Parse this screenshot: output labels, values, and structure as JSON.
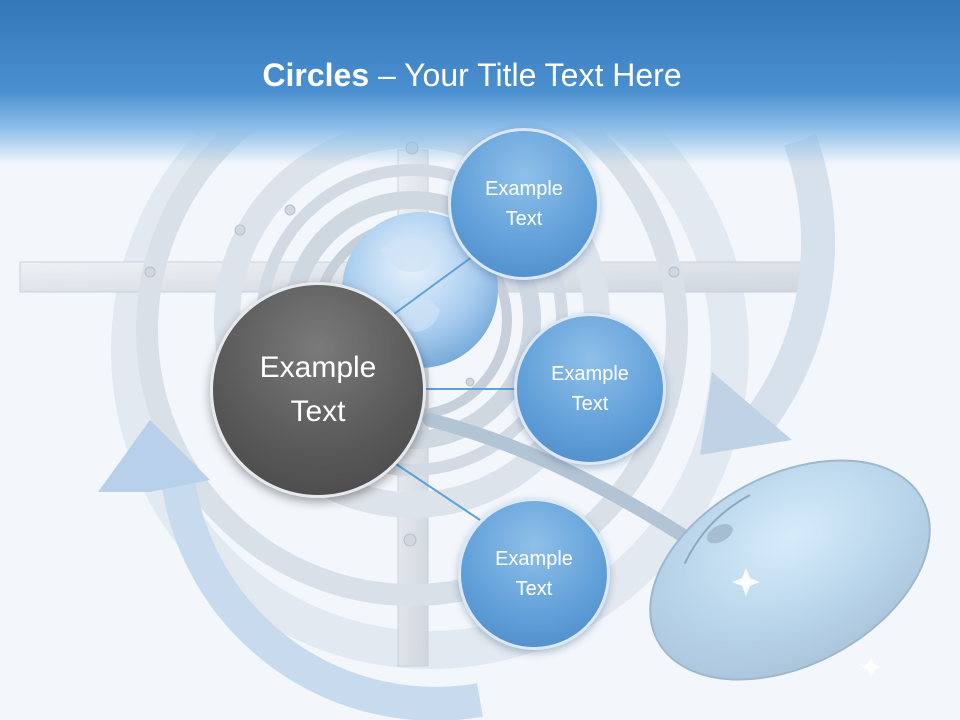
{
  "title": {
    "bold": "Circles",
    "rest": " – Your Title Text Here"
  },
  "main_circle": {
    "label": "Example\nText",
    "color": "#5a5a5a"
  },
  "satellites": [
    {
      "label": "Example\nText"
    },
    {
      "label": "Example\nText"
    },
    {
      "label": "Example\nText"
    }
  ],
  "colors": {
    "header": "#3477b8",
    "satellite": "#5f9ed8",
    "connector": "#5fa0d8",
    "background": "#f3f7fc"
  }
}
